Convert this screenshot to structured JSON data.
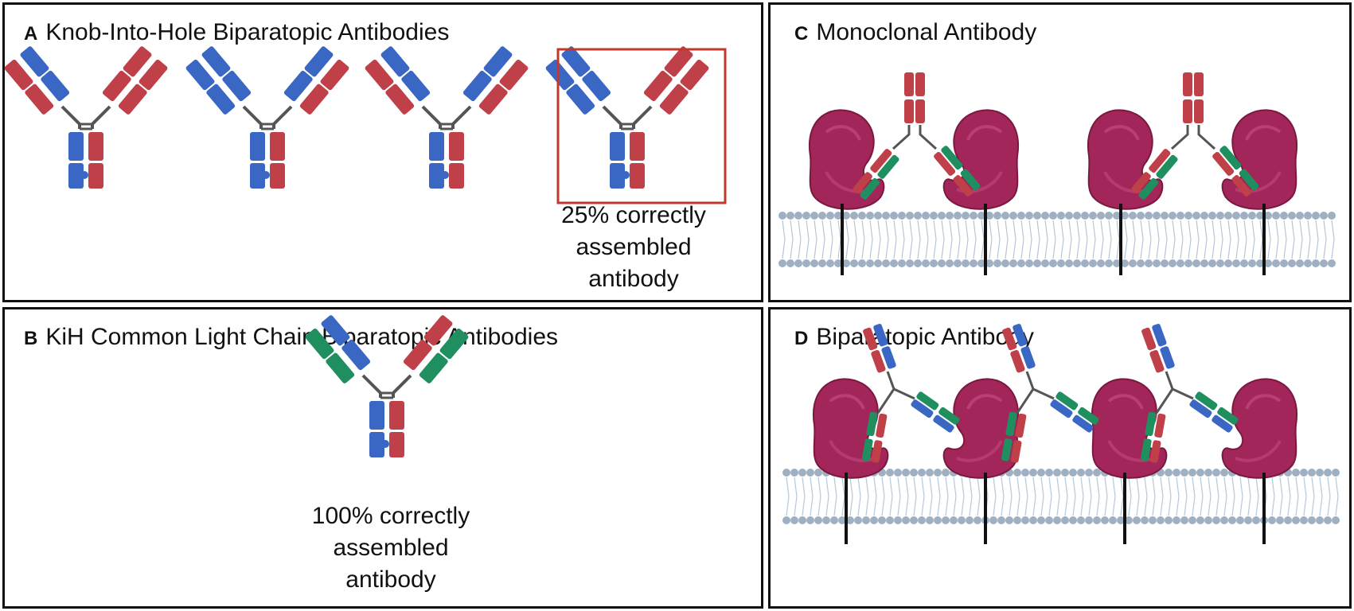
{
  "panels": {
    "a": {
      "letter": "A",
      "title": "Knob-Into-Hole Biparatopic  Antibodies",
      "caption": [
        "25% correctly",
        "assembled",
        "antibody"
      ]
    },
    "b": {
      "letter": "B",
      "title": "KiH Common Light Chain  Biparatopic Antibodies",
      "caption": [
        "100% correctly",
        "assembled",
        "antibody"
      ]
    },
    "c": {
      "letter": "C",
      "title": "Monoclonal Antibody"
    },
    "d": {
      "letter": "D",
      "title": "Biparatopic Antibody"
    }
  },
  "colors": {
    "red": "#c0404a",
    "blue": "#3a66c4",
    "green": "#1f8f5f",
    "protein": "#a3265a",
    "protein_dark": "#7a1840",
    "membrane_bead": "#9fb0c2",
    "membrane_line": "#b6c7d6",
    "highlight_box": "#c0392b",
    "border": "#111111"
  },
  "icons": [
    "antibody-icon",
    "receptor-protein-icon",
    "cell-membrane-icon"
  ]
}
